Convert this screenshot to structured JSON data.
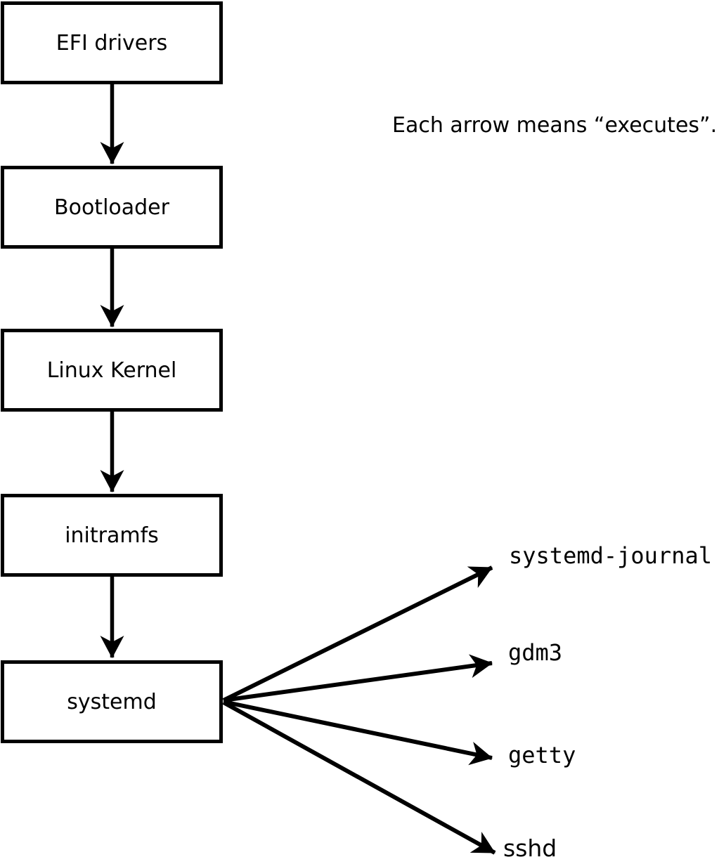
{
  "diagram": {
    "annotation": "Each arrow means “executes”.",
    "chain": [
      {
        "label": "EFI drivers"
      },
      {
        "label": "Bootloader"
      },
      {
        "label": "Linux Kernel"
      },
      {
        "label": "initramfs"
      },
      {
        "label": "systemd"
      }
    ],
    "spawned": [
      {
        "label": "systemd-journal"
      },
      {
        "label": "gdm3"
      },
      {
        "label": "getty"
      },
      {
        "label": "sshd"
      }
    ],
    "edges": [
      {
        "from": "EFI drivers",
        "to": "Bootloader"
      },
      {
        "from": "Bootloader",
        "to": "Linux Kernel"
      },
      {
        "from": "Linux Kernel",
        "to": "initramfs"
      },
      {
        "from": "initramfs",
        "to": "systemd"
      },
      {
        "from": "systemd",
        "to": "systemd-journal"
      },
      {
        "from": "systemd",
        "to": "gdm3"
      },
      {
        "from": "systemd",
        "to": "getty"
      },
      {
        "from": "systemd",
        "to": "sshd"
      }
    ],
    "colors": {
      "stroke": "#000000",
      "background": "#ffffff",
      "box_fill": "#ffffff"
    }
  }
}
